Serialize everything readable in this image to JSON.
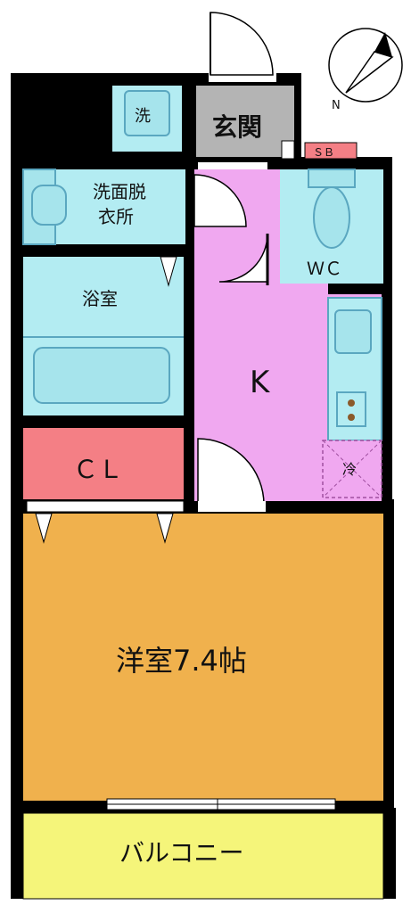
{
  "floorplan": {
    "compass": {
      "north_label": "N"
    },
    "rooms": {
      "washing_machine": "洗",
      "entrance": "玄関",
      "shoe_box": "ＳＢ",
      "dressing_line1": "洗面脱",
      "dressing_line2": "衣所",
      "wc": "ＷＣ",
      "bath": "浴室",
      "kitchen": "K",
      "fridge": "冷",
      "closet": "ＣＬ",
      "western_room": "洋室7.4帖",
      "balcony": "バルコニー"
    },
    "colors": {
      "wall": "#000000",
      "wet_area": "#b3ecf2",
      "fixture": "#a6e4ec",
      "fixture_outline": "#5aa7c0",
      "kitchen": "#f0a8f0",
      "entrance": "#b4b4b4",
      "shoe_box": "#f47f85",
      "closet": "#f47f85",
      "western_room": "#f0b14d",
      "balcony": "#f5f57a",
      "door_swing": "#ffffff"
    }
  }
}
